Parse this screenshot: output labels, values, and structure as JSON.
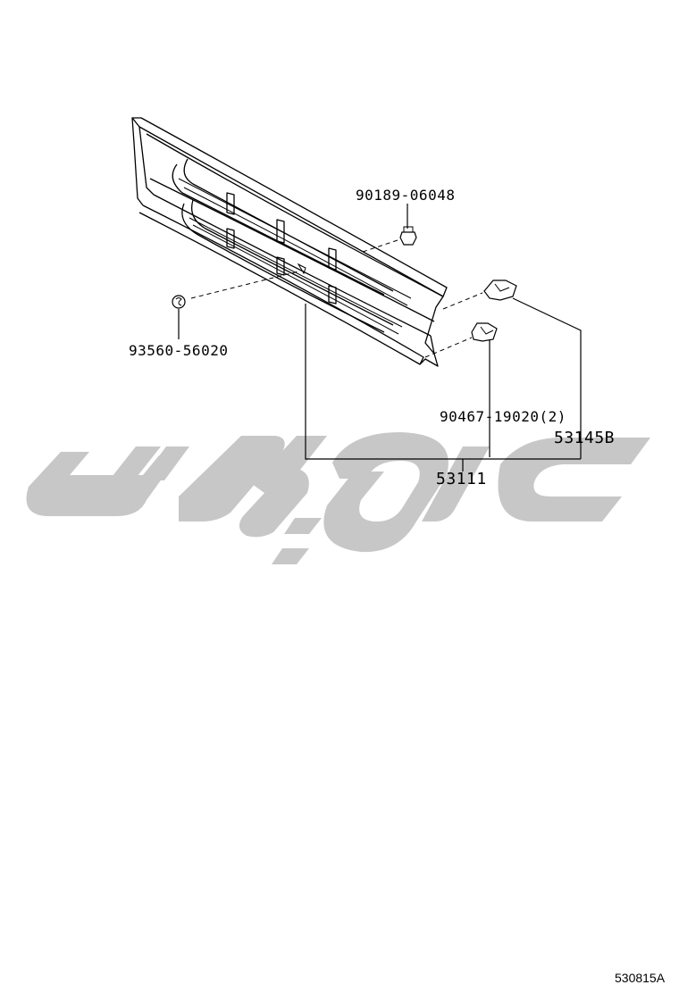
{
  "diagram": {
    "parts": [
      {
        "id": "grille",
        "label": "53111"
      },
      {
        "id": "clip-nut",
        "label": "90189-06048"
      },
      {
        "id": "emblem-nut",
        "label": "93560-56020"
      },
      {
        "id": "clip",
        "label": "90467-19020(2)"
      },
      {
        "id": "bracket",
        "label": "53145B"
      }
    ],
    "figure_code": "530815A"
  },
  "watermark": {
    "color": "#c7c7c7"
  }
}
